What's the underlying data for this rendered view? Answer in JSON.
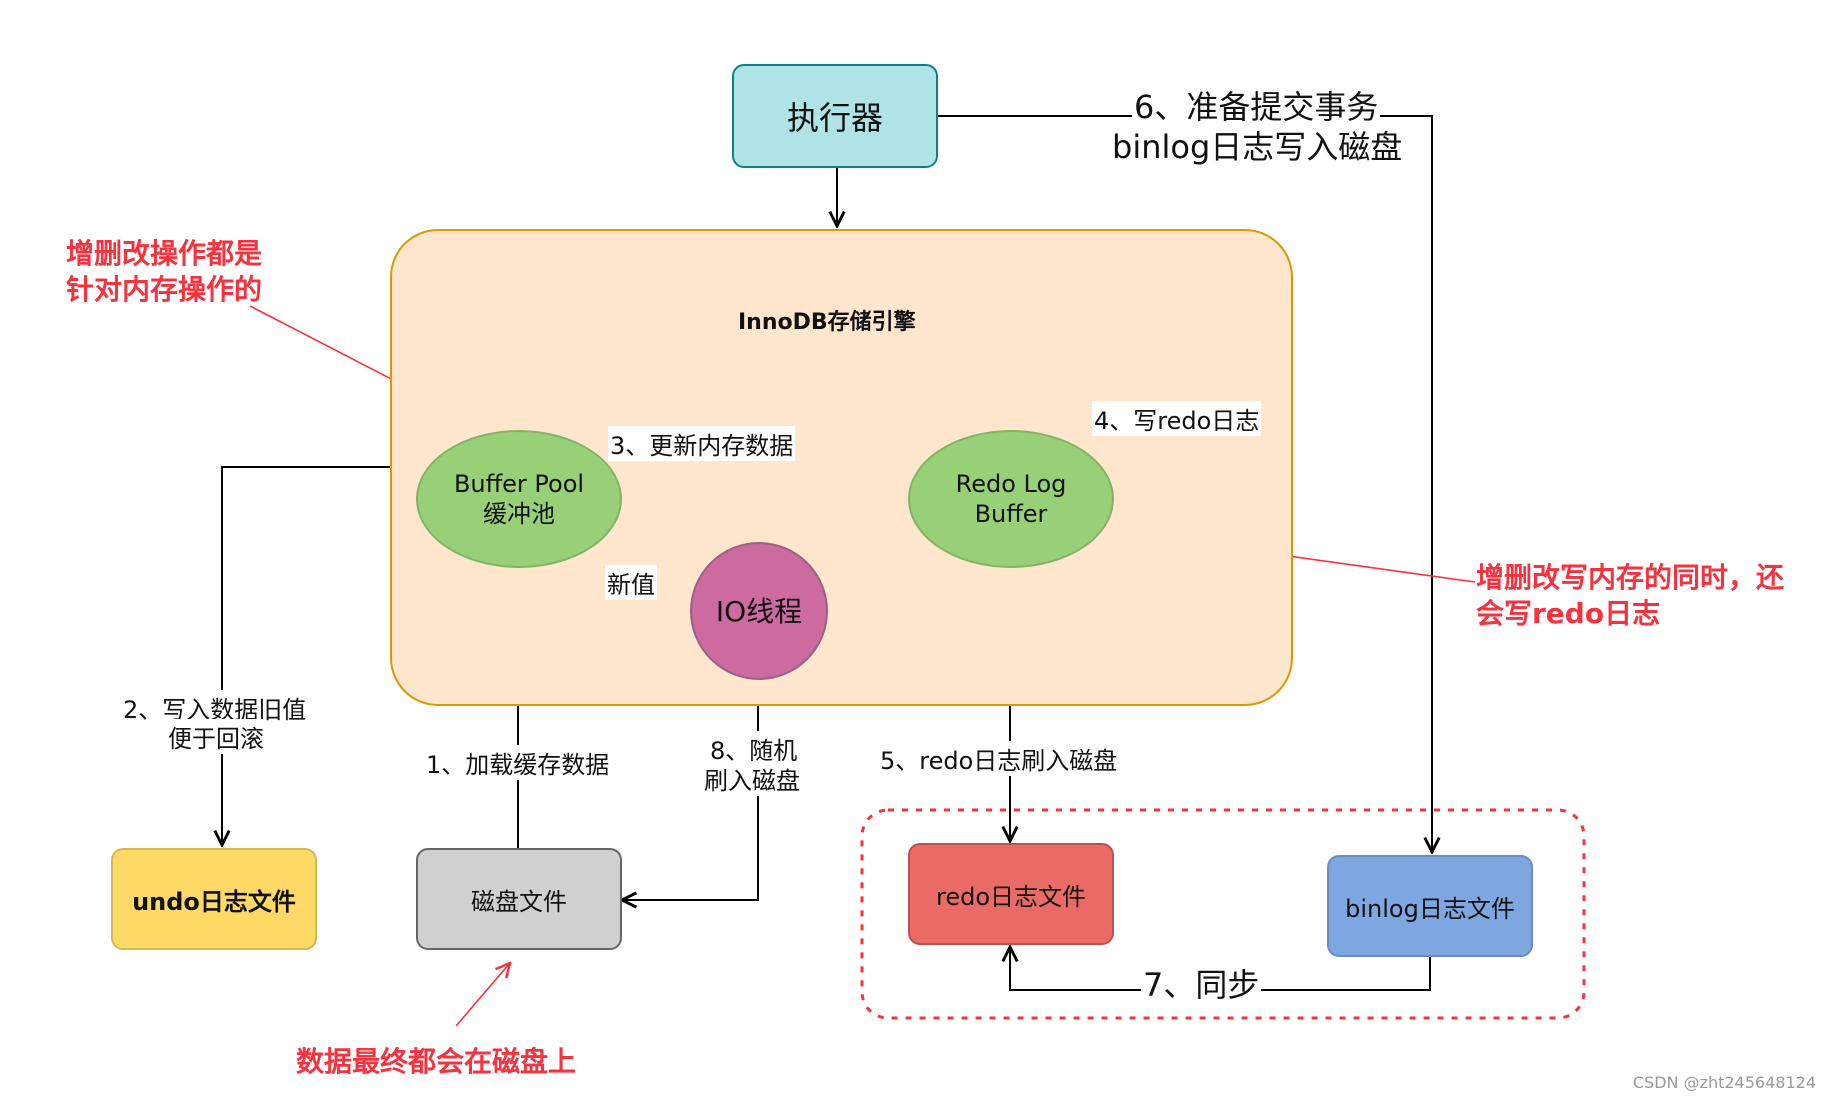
{
  "nodes": {
    "executor": "执行器",
    "engine": "InnoDB存储引擎",
    "buffer_pool_line1": "Buffer Pool",
    "buffer_pool_line2": "缓冲池",
    "redo_buffer_line1": "Redo Log",
    "redo_buffer_line2": "Buffer",
    "io_thread": "IO线程",
    "undo_file": "undo日志文件",
    "disk_file": "磁盘文件",
    "redo_file": "redo日志文件",
    "binlog_file": "binlog日志文件"
  },
  "edges": {
    "step1": "1、加载缓存数据",
    "step2_line1": "2、写入数据旧值",
    "step2_line2": "便于回滚",
    "step3": "3、更新内存数据",
    "step4": "4、写redo日志",
    "step5": "5、redo日志刷入磁盘",
    "step6_line1": "6、准备提交事务",
    "step6_line2": "binlog日志写入磁盘",
    "step7": "7、同步",
    "step8_line1": "8、随机",
    "step8_line2": "刷入磁盘",
    "new_value": "新值"
  },
  "annotations": {
    "memory_line1": "增删改操作都是",
    "memory_line2": "针对内存操作的",
    "redo_line1": "增删改写内存的同时，还",
    "redo_line2": "会写redo日志",
    "disk": "数据最终都会在磁盘上"
  },
  "watermark": "CSDN @zht245648124",
  "colors": {
    "executor_fill": "#b0e3e6",
    "executor_stroke": "#0e8088",
    "engine_fill": "#ffe6cc",
    "engine_stroke": "#d79b00",
    "ellipse_green": "#97d077",
    "ellipse_green_stroke": "#82b366",
    "io_fill": "#cd6aa0",
    "io_stroke": "#996185",
    "undo_fill": "#ffd966",
    "undo_stroke": "#d6b656",
    "disk_fill": "#d0d0d0",
    "disk_stroke": "#666666",
    "redo_fill": "#ea6b66",
    "redo_stroke": "#b85450",
    "binlog_fill": "#7ea6e0",
    "binlog_stroke": "#6c8ebf",
    "annotation_red": "#f5333f"
  }
}
